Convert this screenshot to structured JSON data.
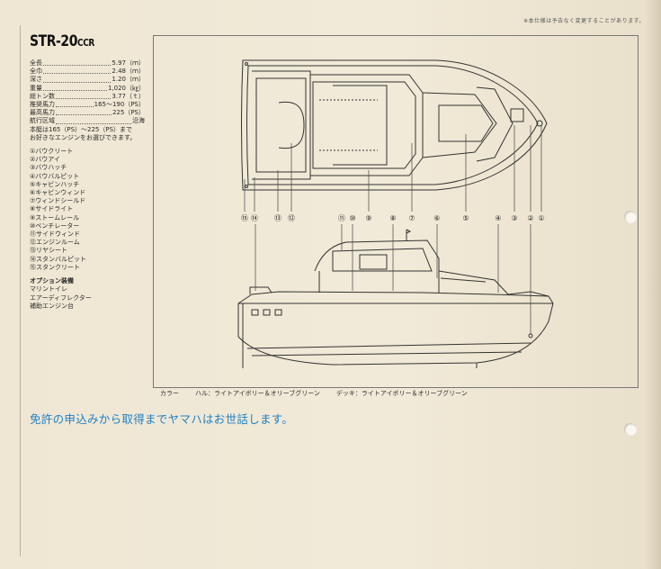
{
  "notice": "※本仕様は予告なく変更することがあります。",
  "model": {
    "name": "STR-20",
    "suffix": "CCR"
  },
  "specs": [
    {
      "label": "全長",
      "value": "5.97（ｍ）"
    },
    {
      "label": "全巾",
      "value": "2.48（ｍ）"
    },
    {
      "label": "深さ",
      "value": "1.20（ｍ）"
    },
    {
      "label": "重量",
      "value": "1,020（㎏）"
    },
    {
      "label": "総トン数",
      "value": "3.77（ｔ）"
    },
    {
      "label": "推奨馬力",
      "value": "165〜190（PS）"
    },
    {
      "label": "最高馬力",
      "value": "225（PS）"
    },
    {
      "label": "航行区域",
      "value": "沿海"
    }
  ],
  "engine_note": [
    "本艇は165（PS）〜225（PS）まで",
    "お好きなエンジンをお選びできます。"
  ],
  "parts": [
    "①バウクリート",
    "②バウアイ",
    "③バウハッチ",
    "④バウバルピット",
    "⑤キャビンハッチ",
    "⑥キャビンウィンド",
    "⑦ウィンドシールド",
    "⑧サイドライト",
    "⑨ストームレール",
    "⑩ベンチレーター",
    "⑪サイドウィンド",
    "⑫エンジンルーム",
    "⑬リヤシート",
    "⑭スタンバルピット",
    "⑮スタンクリート"
  ],
  "options": {
    "title": "オプション装備",
    "items": [
      "マリントイレ",
      "エアーディフレクター",
      "補助エンジン台"
    ]
  },
  "callouts_top": [
    "⑮",
    "⑭",
    "⑬",
    "⑫",
    "⑨",
    "⑦",
    "⑤",
    "③",
    "②",
    "①"
  ],
  "callouts_side": [
    "⑪",
    "⑩",
    "⑧",
    "⑥",
    "④"
  ],
  "color_line": {
    "label": "カラー",
    "hull": "ハル：ライトアイボリー＆オリーブグリーン",
    "deck": "デッキ：ライトアイボリー＆オリーブグリーン"
  },
  "slogan": "免許の申込みから取得までヤマハはお世話します。",
  "colors": {
    "slogan": "#1f7fc4",
    "paper": "#efe7d4",
    "ink": "#2a2a2a"
  }
}
